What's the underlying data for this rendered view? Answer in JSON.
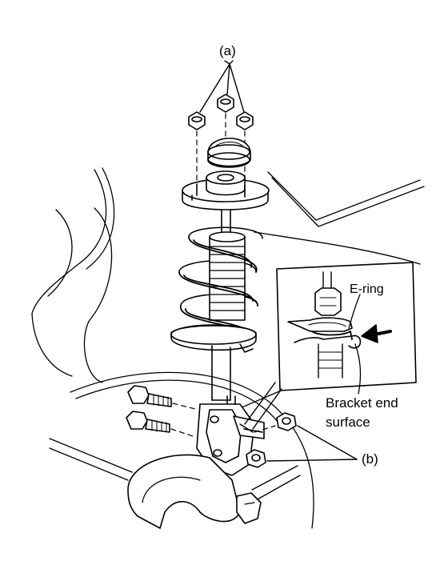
{
  "labels": {
    "a": "(a)",
    "e_ring": "E-ring",
    "bracket_line1": "Bracket end",
    "bracket_line2": "surface",
    "b": "(b)"
  },
  "colors": {
    "ink": "#000000",
    "paper": "#ffffff"
  }
}
